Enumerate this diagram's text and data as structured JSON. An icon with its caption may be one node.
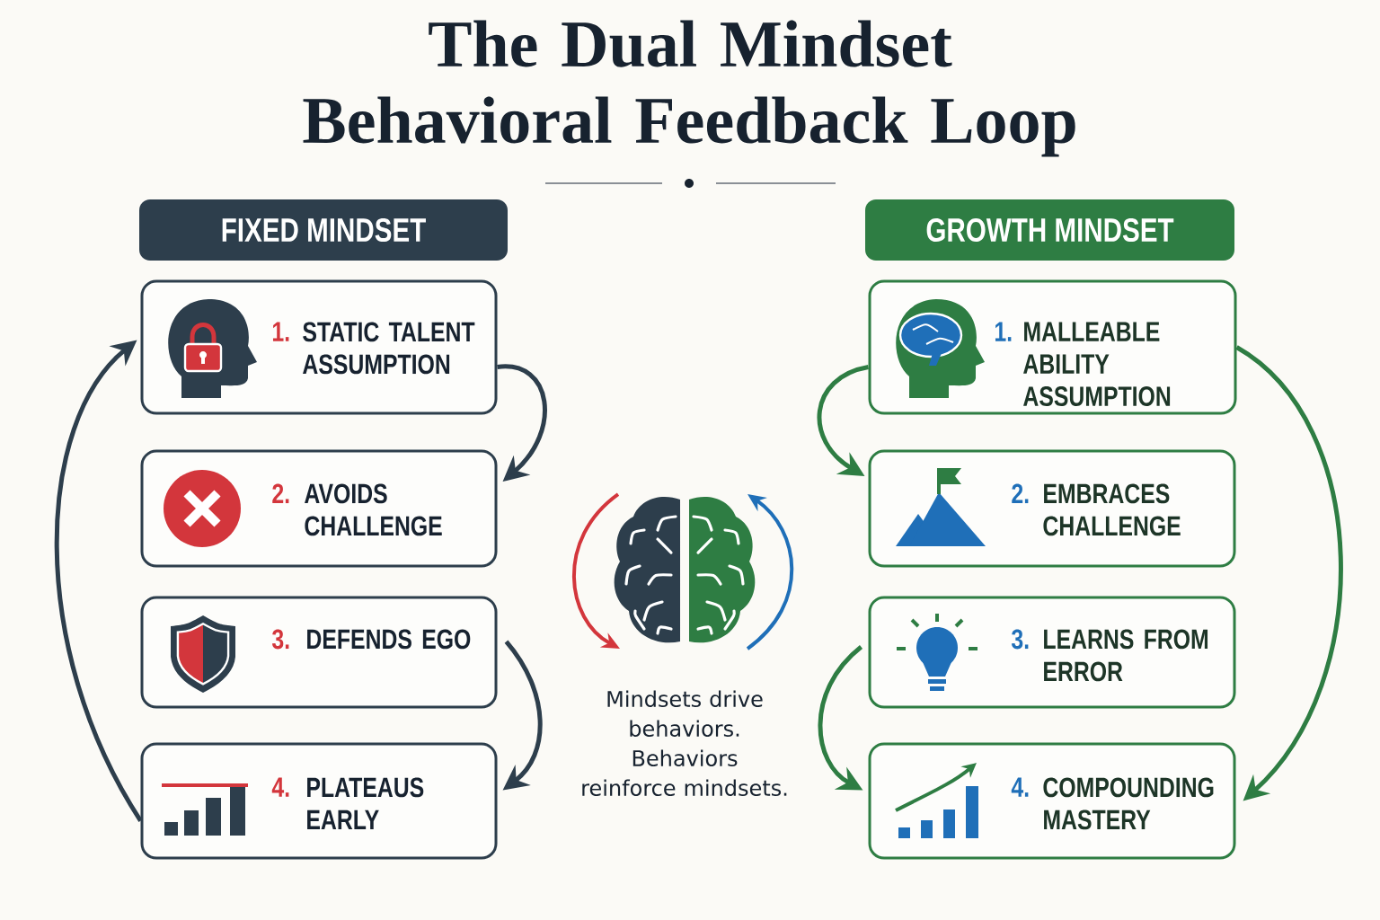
{
  "diagram": {
    "title": "The Dual Mindset Behavioral Feedback Loop",
    "nodes": [
      {
        "text": [
          "FIXED MINDSET"
        ]
      },
      {
        "text": [
          "1.",
          "STATIC TALENT ASSUMPTION"
        ]
      },
      {
        "text": [
          "2.",
          "AVOIDS CHALLENGE"
        ]
      },
      {
        "text": [
          "3.",
          "DEFENDS EGO"
        ]
      },
      {
        "text": [
          "4.",
          "PLATEAUS EARLY"
        ]
      },
      {
        "text": [
          "GROWTH MINDSET"
        ]
      },
      {
        "text": [
          "1.",
          "MALLEABLE ABILITY ASSUMPTION"
        ]
      },
      {
        "text": [
          "2.",
          "EMBRACES CHALLENGE"
        ]
      },
      {
        "text": [
          "3.",
          "LEARNS FROM ERROR"
        ]
      },
      {
        "text": [
          "4.",
          "COMPOUNDING MASTERY"
        ]
      }
    ],
    "edges": [
      {
        "from": 1,
        "to": 2,
        "arrow": "to",
        "color": "#2d3e4c"
      },
      {
        "from": 3,
        "to": 4,
        "arrow": "to",
        "color": "#2d3e4c"
      },
      {
        "from": 4,
        "to": 1,
        "arrow": "to",
        "color": "#2d3e4c"
      },
      {
        "from": 6,
        "to": 7,
        "arrow": "to",
        "color": "#2e7d43"
      },
      {
        "from": 8,
        "to": 9,
        "arrow": "to",
        "color": "#2e7d43"
      },
      {
        "from": 6,
        "to": 9,
        "arrow": "to",
        "color": "#2e7d43"
      }
    ],
    "labels": [
      "Mindsets drive behaviors. Behaviors reinforce mindsets."
    ]
  }
}
